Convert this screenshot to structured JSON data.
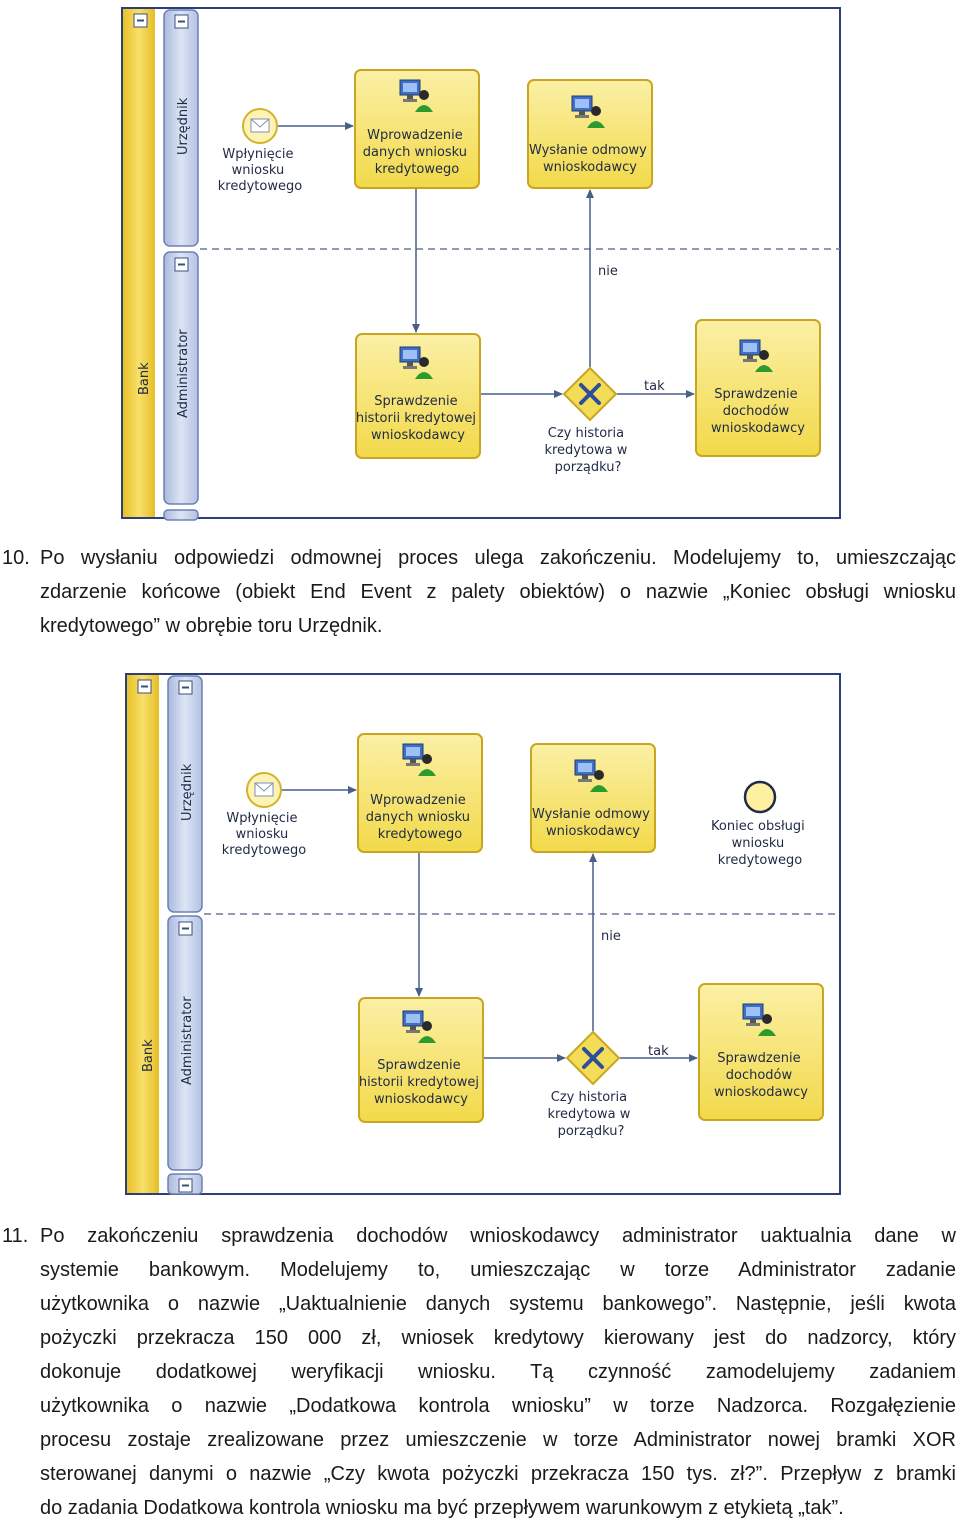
{
  "colors": {
    "pool_yellow": "#f1cf3a",
    "task_fill": "#f7e57a",
    "task_border": "#c9a520",
    "lane_header": "#c6d3ee",
    "flow_line": "#4a5f86",
    "gateway_fill": "#f3dc57",
    "gateway_x": "#2d4e9a"
  },
  "diagram1": {
    "pool": "Bank",
    "lane_top": "Urzędnik",
    "lane_bottom": "Administrator",
    "event_start": [
      "Wpłynięcie",
      "wniosku",
      "kredytowego"
    ],
    "task_wprowadzenie": [
      "Wprowadzenie",
      "danych wniosku",
      "kredytowego"
    ],
    "task_odmowa": [
      "Wysłanie odmowy",
      "wnioskodawcy"
    ],
    "task_historia": [
      "Sprawdzenie",
      "historii kredytowej",
      "wnioskodawcy"
    ],
    "task_dochody": [
      "Sprawdzenie",
      "dochodów",
      "wnioskodawcy"
    ],
    "gateway": [
      "Czy historia",
      "kredytowa w",
      "porządku?"
    ],
    "label_nie": "nie",
    "label_tak": "tak"
  },
  "diagram2": {
    "pool": "Bank",
    "lane_top": "Urzędnik",
    "lane_bottom": "Administrator",
    "event_start": [
      "Wpłynięcie",
      "wniosku",
      "kredytowego"
    ],
    "task_wprowadzenie": [
      "Wprowadzenie",
      "danych wniosku",
      "kredytowego"
    ],
    "task_odmowa": [
      "Wysłanie odmowy",
      "wnioskodawcy"
    ],
    "event_end": [
      "Koniec obsługi",
      "wniosku",
      "kredytowego"
    ],
    "task_historia": [
      "Sprawdzenie",
      "historii kredytowej",
      "wnioskodawcy"
    ],
    "task_dochody": [
      "Sprawdzenie",
      "dochodów",
      "wnioskodawcy"
    ],
    "gateway": [
      "Czy historia",
      "kredytowa w",
      "porządku?"
    ],
    "label_nie": "nie",
    "label_tak": "tak"
  },
  "para10": {
    "number": "10.",
    "lines": [
      "Po wysłaniu odpowiedzi odmownej proces ulega zakończeniu. Modelujemy to, umieszczając",
      "zdarzenie końcowe (obiekt End Event z palety obiektów) o nazwie „Koniec obsługi wniosku",
      "kredytowego” w obrębie toru Urzędnik."
    ]
  },
  "para11": {
    "number": "11.",
    "lines": [
      "Po zakończeniu sprawdzenia dochodów wnioskodawcy administrator uaktualnia dane w",
      "systemie bankowym. Modelujemy to, umieszczając w torze Administrator zadanie",
      "użytkownika o nazwie „Uaktualnienie danych systemu bankowego”. Następnie, jeśli kwota",
      "pożyczki przekracza 150 000 zł, wniosek kredytowy kierowany jest do nadzorcy, który",
      "dokonuje dodatkowej weryfikacji wniosku. Tą czynność zamodelujemy zadaniem",
      "użytkownika o nazwie „Dodatkowa kontrola wniosku” w torze Nadzorca. Rozgałęzienie",
      "procesu zostaje zrealizowane przez umieszczenie w torze Administrator nowej bramki XOR",
      "sterowanej danymi o nazwie „Czy kwota pożyczki przekracza 150 tys. zł?”. Przepływ z bramki",
      "do zadania Dodatkowa kontrola wniosku ma być przepływem warunkowym z etykietą „tak”."
    ]
  }
}
